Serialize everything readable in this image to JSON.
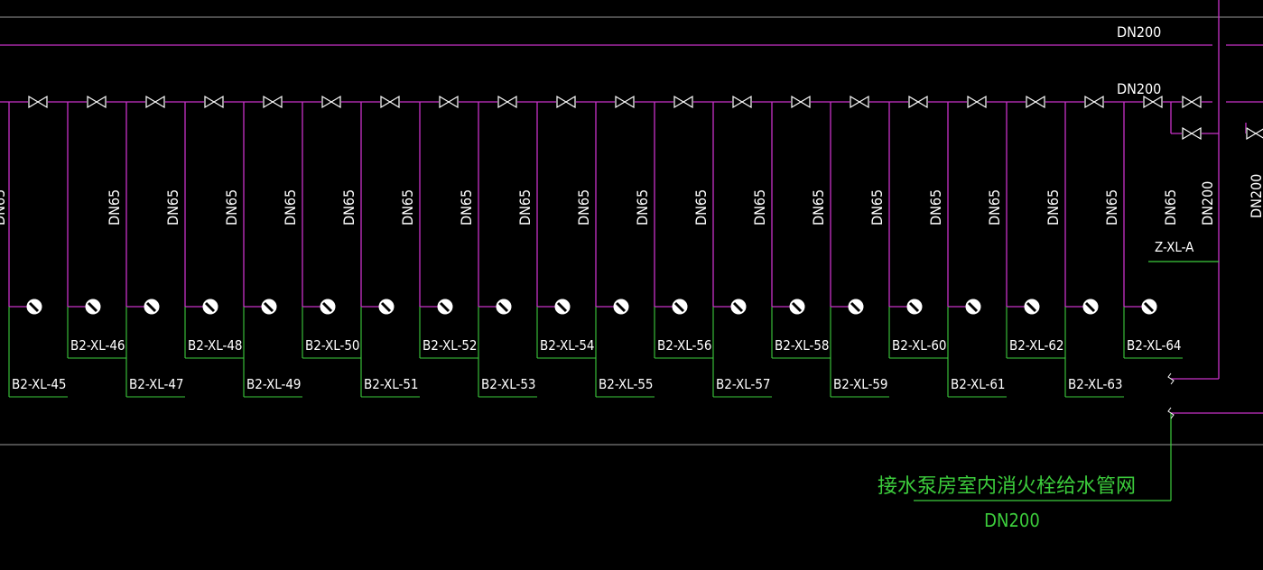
{
  "colors": {
    "background": "#000000",
    "pipe": "#c832c8",
    "valve": "#ffffff",
    "label_green": "#3ccc3c",
    "frame_gray": "#9a9a9a",
    "text_white": "#ffffff"
  },
  "labels": {
    "top_pipe": "DN200",
    "header_pipe": "DN200",
    "riser_size": "DN65",
    "riser_left_partial": "DN65",
    "right_riser_size": "DN200",
    "right_partial": "DN200",
    "z_xl": "Z-XL-A",
    "connect_note": "接水泵房室内消火栓给水管网",
    "connect_size": "DN200"
  },
  "upper_risers": [
    "B2-XL-46",
    "B2-XL-48",
    "B2-XL-50",
    "B2-XL-52",
    "B2-XL-54",
    "B2-XL-56",
    "B2-XL-58",
    "B2-XL-60",
    "B2-XL-62",
    "B2-XL-64"
  ],
  "lower_risers": [
    "B2-XL-45",
    "B2-XL-47",
    "B2-XL-49",
    "B2-XL-51",
    "B2-XL-53",
    "B2-XL-55",
    "B2-XL-57",
    "B2-XL-59",
    "B2-XL-61",
    "B2-XL-63"
  ],
  "icons": {
    "gate_valve": "gate-valve-icon",
    "hydrant": "fire-hydrant-icon",
    "break_mark": "pipe-break-icon"
  }
}
